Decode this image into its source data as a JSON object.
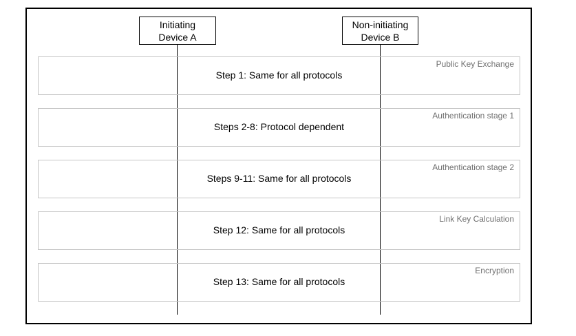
{
  "device_a": {
    "line1": "Initiating",
    "line2": "Device A"
  },
  "device_b": {
    "line1": "Non-initiating",
    "line2": "Device B"
  },
  "stages": [
    {
      "text": "Step 1: Same for all protocols",
      "label": "Public Key Exchange"
    },
    {
      "text": "Steps 2-8: Protocol dependent",
      "label": "Authentication stage 1"
    },
    {
      "text": "Steps 9-11: Same for all protocols",
      "label": "Authentication stage 2"
    },
    {
      "text": "Step 12: Same for all protocols",
      "label": "Link Key Calculation"
    },
    {
      "text": "Step 13: Same for all protocols",
      "label": "Encryption"
    }
  ]
}
